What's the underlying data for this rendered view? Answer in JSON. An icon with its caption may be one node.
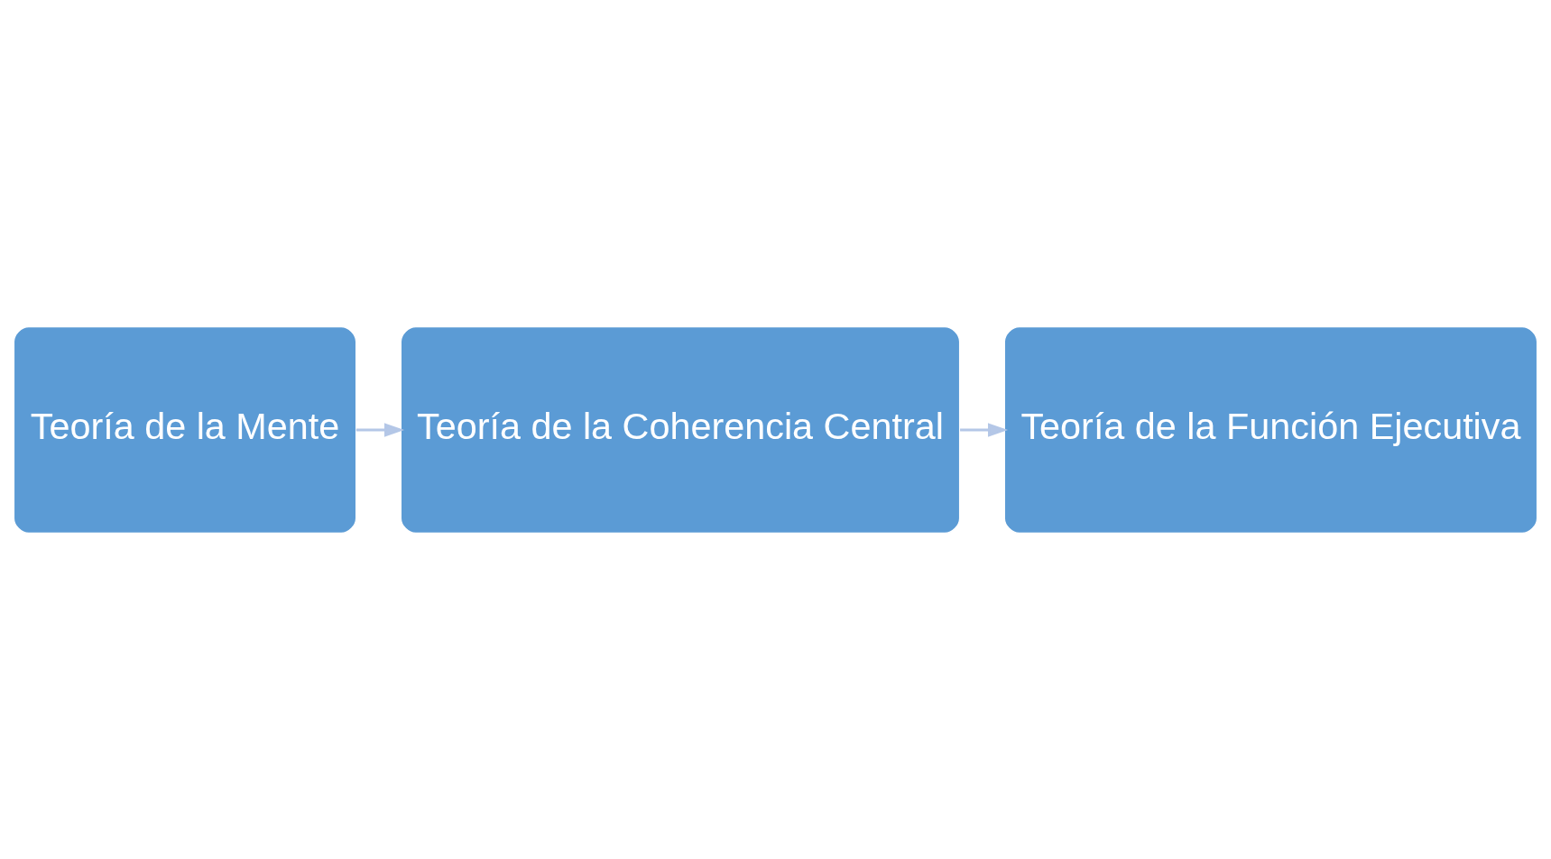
{
  "diagram": {
    "nodes": [
      {
        "text": [
          "Teoría de la Mente"
        ]
      },
      {
        "text": [
          "Teoría de la Coherencia Central"
        ]
      },
      {
        "text": [
          "Teoría de la Función Ejecutiva"
        ]
      }
    ],
    "edges": [
      {
        "from": 0,
        "to": 1,
        "arrow": "to"
      },
      {
        "from": 1,
        "to": 2,
        "arrow": "to"
      }
    ]
  }
}
